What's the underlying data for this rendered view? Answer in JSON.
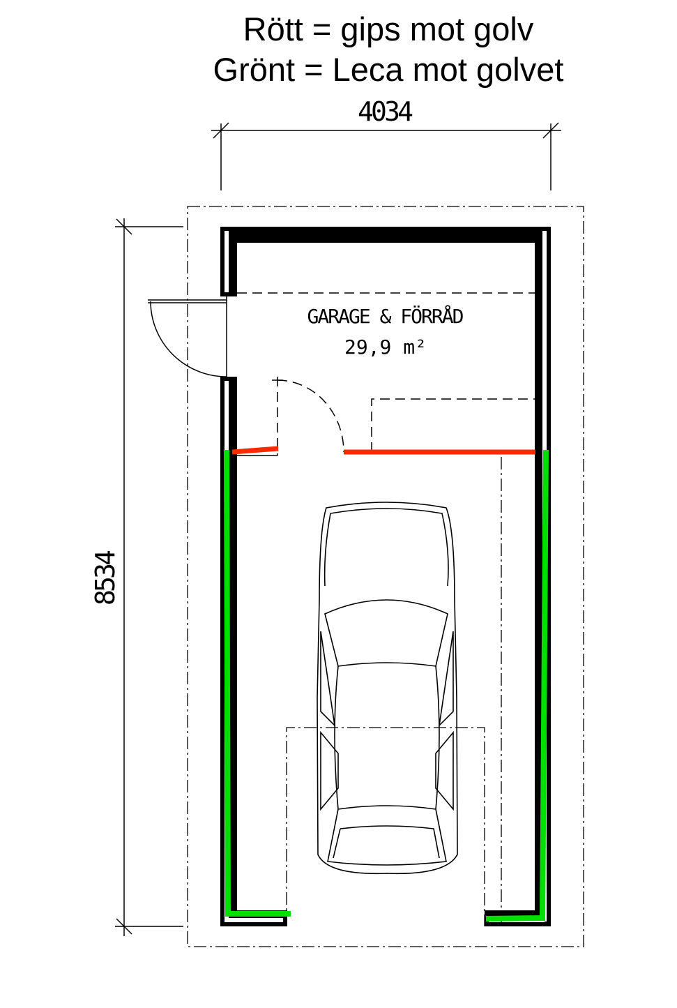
{
  "legend": {
    "red": "Rött = gips mot golv",
    "green": "Grönt = Leca mot golvet"
  },
  "dimensions": {
    "width": "4034",
    "length": "8534"
  },
  "room": {
    "name": "GARAGE & FÖRRÅD",
    "area": "29,9 m²"
  },
  "colors": {
    "red": "#ff2a00",
    "green": "#00e000",
    "wall": "#000000"
  }
}
